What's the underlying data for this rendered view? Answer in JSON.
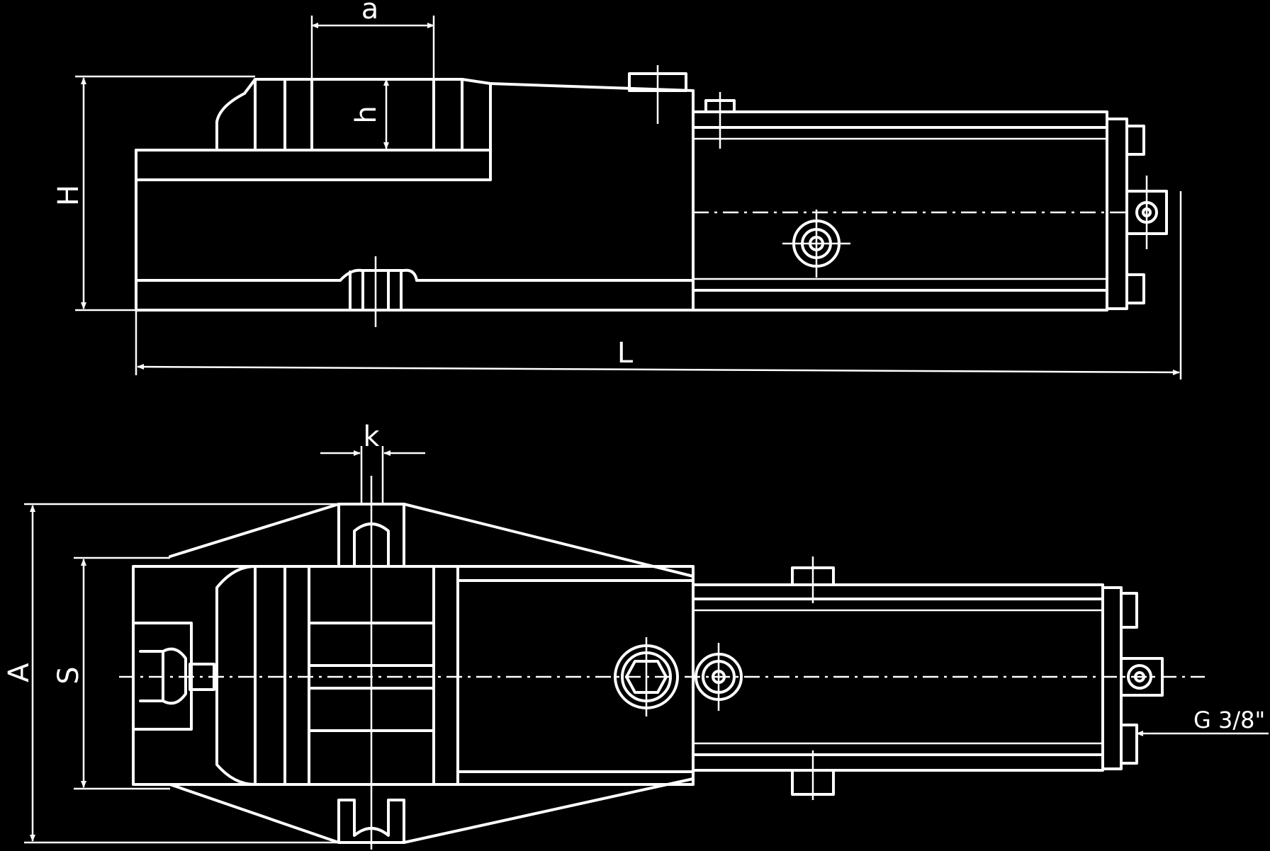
{
  "dimensions": {
    "a": "a",
    "h": "h",
    "H": "H",
    "L": "L",
    "k": "k",
    "A": "A",
    "S": "S",
    "G": "G 3/8\""
  }
}
